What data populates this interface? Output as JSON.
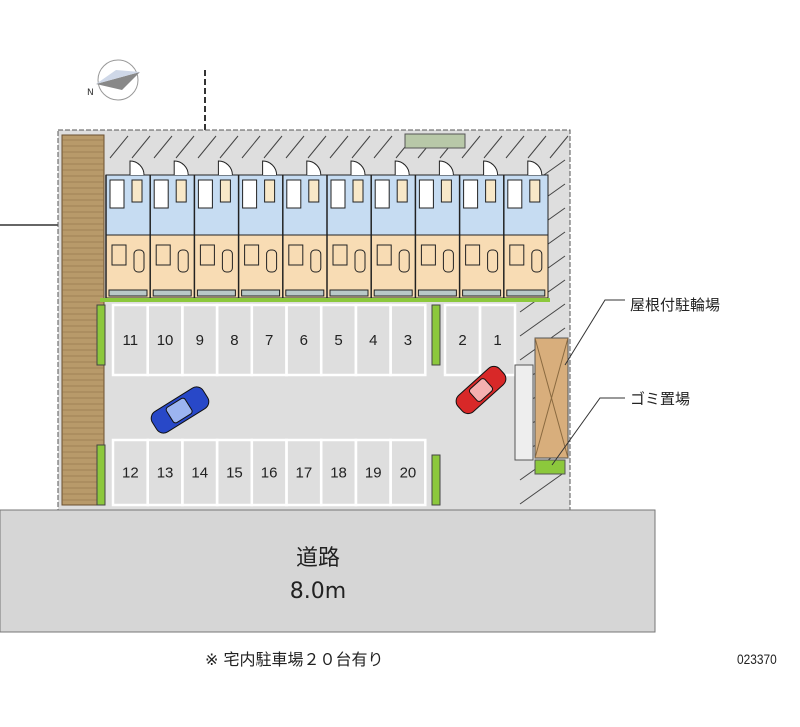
{
  "compass": {
    "north_label": "N"
  },
  "parking_top": [
    "11",
    "10",
    "9",
    "8",
    "7",
    "6",
    "5",
    "4",
    "3"
  ],
  "parking_top_right": [
    "2",
    "1"
  ],
  "parking_bottom": [
    "12",
    "13",
    "14",
    "15",
    "16",
    "17",
    "18",
    "19",
    "20"
  ],
  "road": {
    "name": "道路",
    "width": "8.0m"
  },
  "labels": {
    "bike_parking": "屋根付駐輪場",
    "garbage": "ゴミ置場"
  },
  "footer": {
    "note": "※ 宅内駐車場２０台有り",
    "code": "023370"
  },
  "units_count": 10,
  "colors": {
    "lot": "#dedede",
    "road": "#d6d6d6",
    "unit_upper": "#c6dcf2",
    "unit_lower": "#f8dcb4",
    "brick": "#b89a6a",
    "bike": "#d8ae7c",
    "car_blue": "#2848c8",
    "car_red": "#d82828",
    "green": "#8cc83c"
  }
}
